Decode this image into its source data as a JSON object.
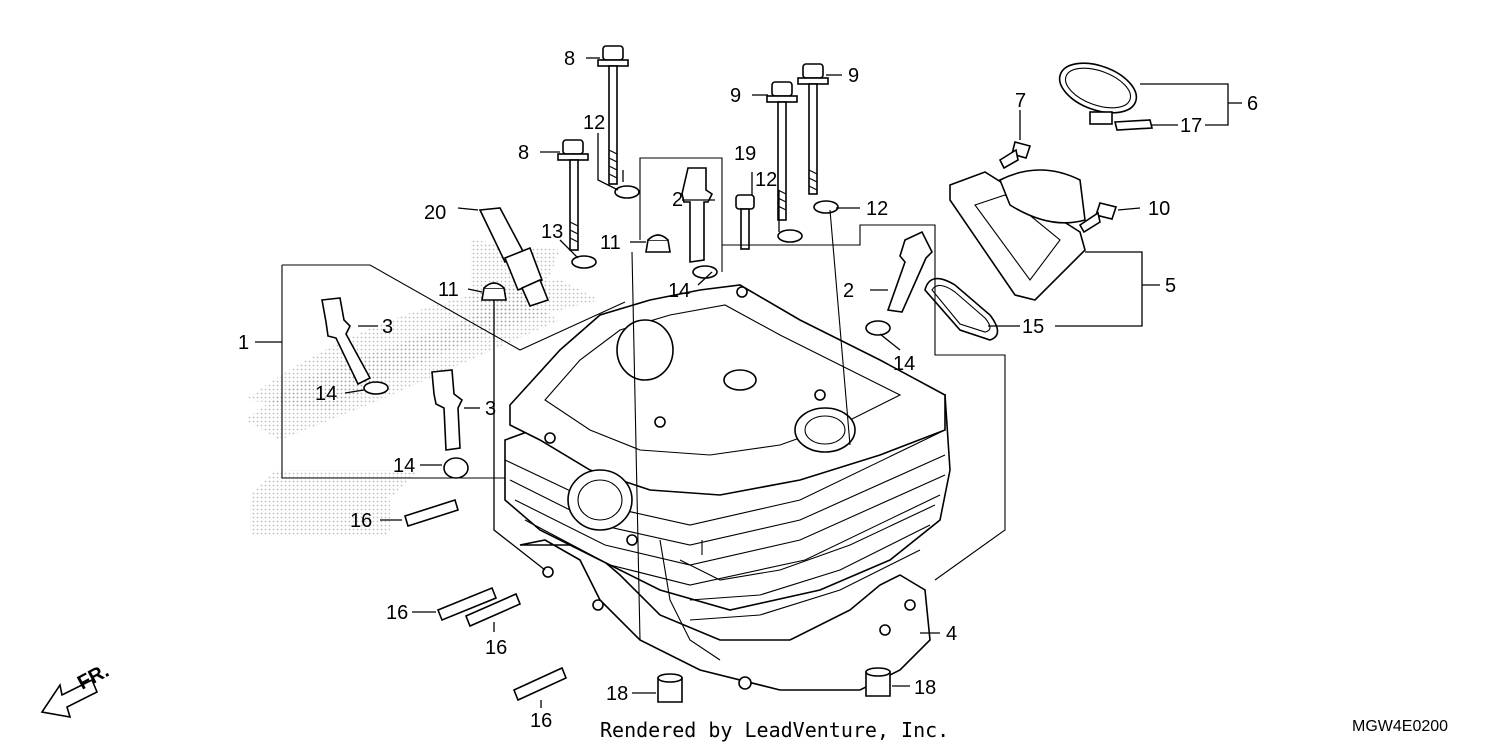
{
  "labels": {
    "p1": "1",
    "p2a": "2",
    "p2b": "2",
    "p3a": "3",
    "p3b": "3",
    "p4": "4",
    "p5": "5",
    "p6": "6",
    "p7": "7",
    "p8a": "8",
    "p8b": "8",
    "p9a": "9",
    "p9b": "9",
    "p10": "10",
    "p11a": "11",
    "p11b": "11",
    "p12a": "12",
    "p12b": "12",
    "p12c": "12",
    "p13": "13",
    "p14a": "14",
    "p14b": "14",
    "p14c": "14",
    "p14d": "14",
    "p15": "15",
    "p16a": "16",
    "p16b": "16",
    "p16c": "16",
    "p16d": "16",
    "p17": "17",
    "p18a": "18",
    "p18b": "18",
    "p19": "19",
    "p20": "20"
  },
  "front_indicator": "FR.",
  "credit": "Rendered by LeadVenture, Inc.",
  "diagram_code": "MGW4E0200",
  "colors": {
    "line": "#000000",
    "background": "#ffffff",
    "watermark": "#bdbdbd"
  }
}
